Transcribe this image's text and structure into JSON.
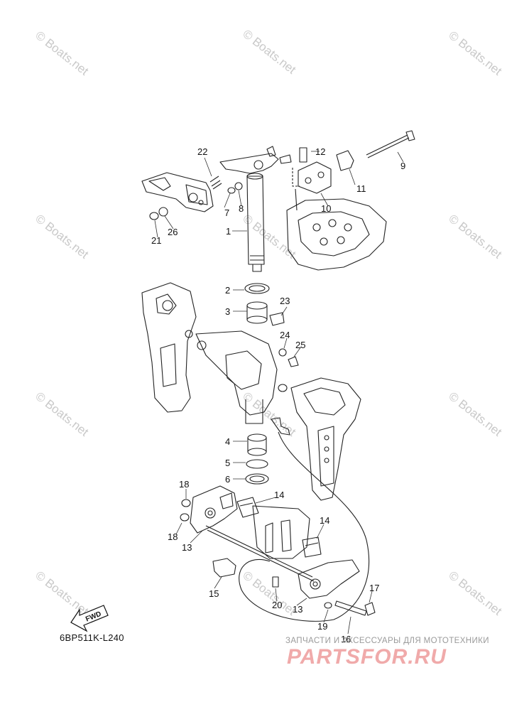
{
  "watermark": "© Boats.net",
  "diagram_code": "6BP511K-L240",
  "fwd_label": "FWD",
  "brand": {
    "tagline": "ЗАПЧАСТИ И АКСЕССУАРЫ ДЛЯ МОТОТЕХНИКИ",
    "logo": "PARTSFOR.RU"
  },
  "callouts": [
    {
      "id": "p1",
      "text": "1"
    },
    {
      "id": "p2",
      "text": "2"
    },
    {
      "id": "p3",
      "text": "3"
    },
    {
      "id": "p4",
      "text": "4"
    },
    {
      "id": "p5",
      "text": "5"
    },
    {
      "id": "p6",
      "text": "6"
    },
    {
      "id": "p7",
      "text": "7"
    },
    {
      "id": "p8",
      "text": "8"
    },
    {
      "id": "p9",
      "text": "9"
    },
    {
      "id": "p10",
      "text": "10"
    },
    {
      "id": "p11",
      "text": "11"
    },
    {
      "id": "p12",
      "text": "12"
    },
    {
      "id": "p13a",
      "text": "13"
    },
    {
      "id": "p13b",
      "text": "13"
    },
    {
      "id": "p14a",
      "text": "14"
    },
    {
      "id": "p14b",
      "text": "14"
    },
    {
      "id": "p15",
      "text": "15"
    },
    {
      "id": "p16",
      "text": "16"
    },
    {
      "id": "p17",
      "text": "17"
    },
    {
      "id": "p18a",
      "text": "18"
    },
    {
      "id": "p18b",
      "text": "18"
    },
    {
      "id": "p19",
      "text": "19"
    },
    {
      "id": "p20",
      "text": "20"
    },
    {
      "id": "p21",
      "text": "21"
    },
    {
      "id": "p22",
      "text": "22"
    },
    {
      "id": "p23",
      "text": "23"
    },
    {
      "id": "p24",
      "text": "24"
    },
    {
      "id": "p25",
      "text": "25"
    },
    {
      "id": "p26",
      "text": "26"
    }
  ]
}
